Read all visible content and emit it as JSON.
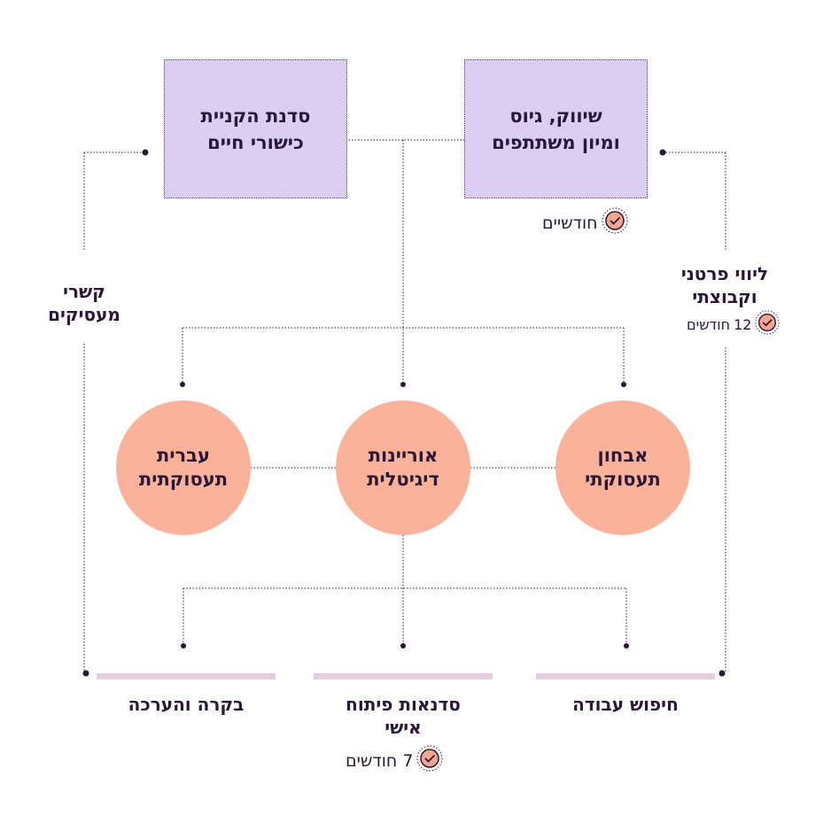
{
  "top_boxes": [
    {
      "id": "marketing",
      "text": "שיווק, גיוס\nומיון משתתפים"
    },
    {
      "id": "workshop",
      "text": "סדנת הקניית\nכישורי חיים"
    }
  ],
  "side_labels": {
    "left": "קשרי\nמעסיקים",
    "right": "ליווי פרטני\nוקבוצתי"
  },
  "circles": [
    {
      "id": "diagnosis",
      "text": "אבחון\nתעסוקתי"
    },
    {
      "id": "digital",
      "text": "אוריינות\nדיגיטלית"
    },
    {
      "id": "hebrew",
      "text": "עברית\nתעסוקתית"
    }
  ],
  "bottom_labels": [
    {
      "id": "job-search",
      "text": "חיפוש עבודה"
    },
    {
      "id": "personal-dev",
      "text": "סדנאות פיתוח\nאישי"
    },
    {
      "id": "control",
      "text": "בקרה והערכה"
    }
  ],
  "durations": {
    "marketing": "חודשיים",
    "support_number": "12",
    "support_unit": "חודשים",
    "personal_dev": "7 חודשים"
  },
  "colors": {
    "box_fill": "#dacff3",
    "circle_fill": "#fab29a",
    "bar_fill": "#e5cde0",
    "text": "#2a1738",
    "badge_fill": "#f7a58c"
  },
  "icons": [
    "check-badge-icon"
  ]
}
